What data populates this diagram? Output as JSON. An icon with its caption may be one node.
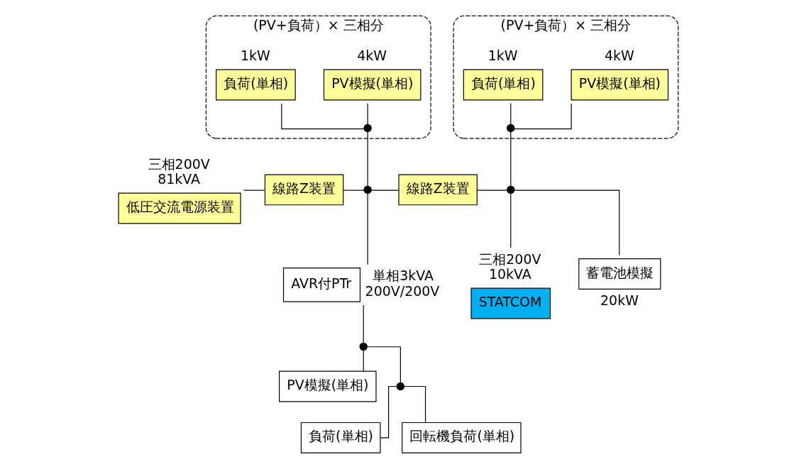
{
  "diagram": {
    "nodes": [
      {
        "text": [
          "(PV+負荷）× 三相分"
        ]
      },
      {
        "text": [
          "PV模擬(単相)"
        ],
        "in": 0,
        "beside": [
          "4kW"
        ]
      },
      {
        "text": [
          "負荷(単相)"
        ],
        "in": 0,
        "beside": [
          "1kW"
        ]
      },
      {
        "text": [
          "(PV+負荷）× 三相分"
        ]
      },
      {
        "text": [
          "PV模擬(単相)"
        ],
        "in": 3,
        "beside": [
          "4kW"
        ]
      },
      {
        "text": [
          "負荷(単相)"
        ],
        "in": 3,
        "beside": [
          "1kW"
        ]
      },
      {
        "text": [
          "低圧交流電源装置"
        ],
        "beside": [
          "三相200V 81kVA"
        ]
      },
      {
        "text": [
          "線路Z装置"
        ]
      },
      {
        "text": [
          "線路Z装置"
        ]
      },
      {
        "text": [
          "AVR付PTr"
        ],
        "beside": [
          "単相3kVA 200V/200V"
        ]
      },
      {
        "text": [
          "STATCOM"
        ],
        "beside": [
          "三相200V 10kVA"
        ]
      },
      {
        "text": [
          "蓄電池模擬"
        ],
        "beside": [
          "20kW"
        ]
      },
      {
        "text": [
          "PV模擬(単相)"
        ]
      },
      {
        "text": [
          "負荷(単相)"
        ]
      },
      {
        "text": [
          "回転機負荷(単相)"
        ]
      },
      {
        "text": [],
        "shape": "circle",
        "in": 0
      },
      {
        "text": [],
        "shape": "circle"
      },
      {
        "text": [],
        "shape": "circle",
        "in": 3
      },
      {
        "text": [],
        "shape": "circle"
      },
      {
        "text": [],
        "shape": "circle"
      },
      {
        "text": [],
        "shape": "circle"
      }
    ],
    "edges": [
      {
        "from": 6,
        "to": 7,
        "arrow": "none"
      },
      {
        "from": 7,
        "to": 16,
        "arrow": "none"
      },
      {
        "from": 16,
        "to": 8,
        "arrow": "none"
      },
      {
        "from": 1,
        "to": 15,
        "arrow": "none"
      },
      {
        "from": 2,
        "to": 15,
        "arrow": "none"
      },
      {
        "from": 15,
        "to": 16,
        "arrow": "none"
      },
      {
        "from": 16,
        "to": 9,
        "arrow": "none"
      },
      {
        "from": 8,
        "to": 18,
        "arrow": "none"
      },
      {
        "from": 18,
        "to": 11,
        "arrow": "none"
      },
      {
        "from": 18,
        "to": 10,
        "arrow": "none"
      },
      {
        "from": 4,
        "to": 17,
        "arrow": "none"
      },
      {
        "from": 5,
        "to": 17,
        "arrow": "none"
      },
      {
        "from": 17,
        "to": 18,
        "arrow": "none"
      },
      {
        "from": 9,
        "to": 19,
        "arrow": "none"
      },
      {
        "from": 19,
        "to": 12,
        "arrow": "none"
      },
      {
        "from": 19,
        "to": 20,
        "arrow": "none"
      },
      {
        "from": 20,
        "to": 13,
        "arrow": "none"
      },
      {
        "from": 20,
        "to": 14,
        "arrow": "none"
      }
    ]
  }
}
